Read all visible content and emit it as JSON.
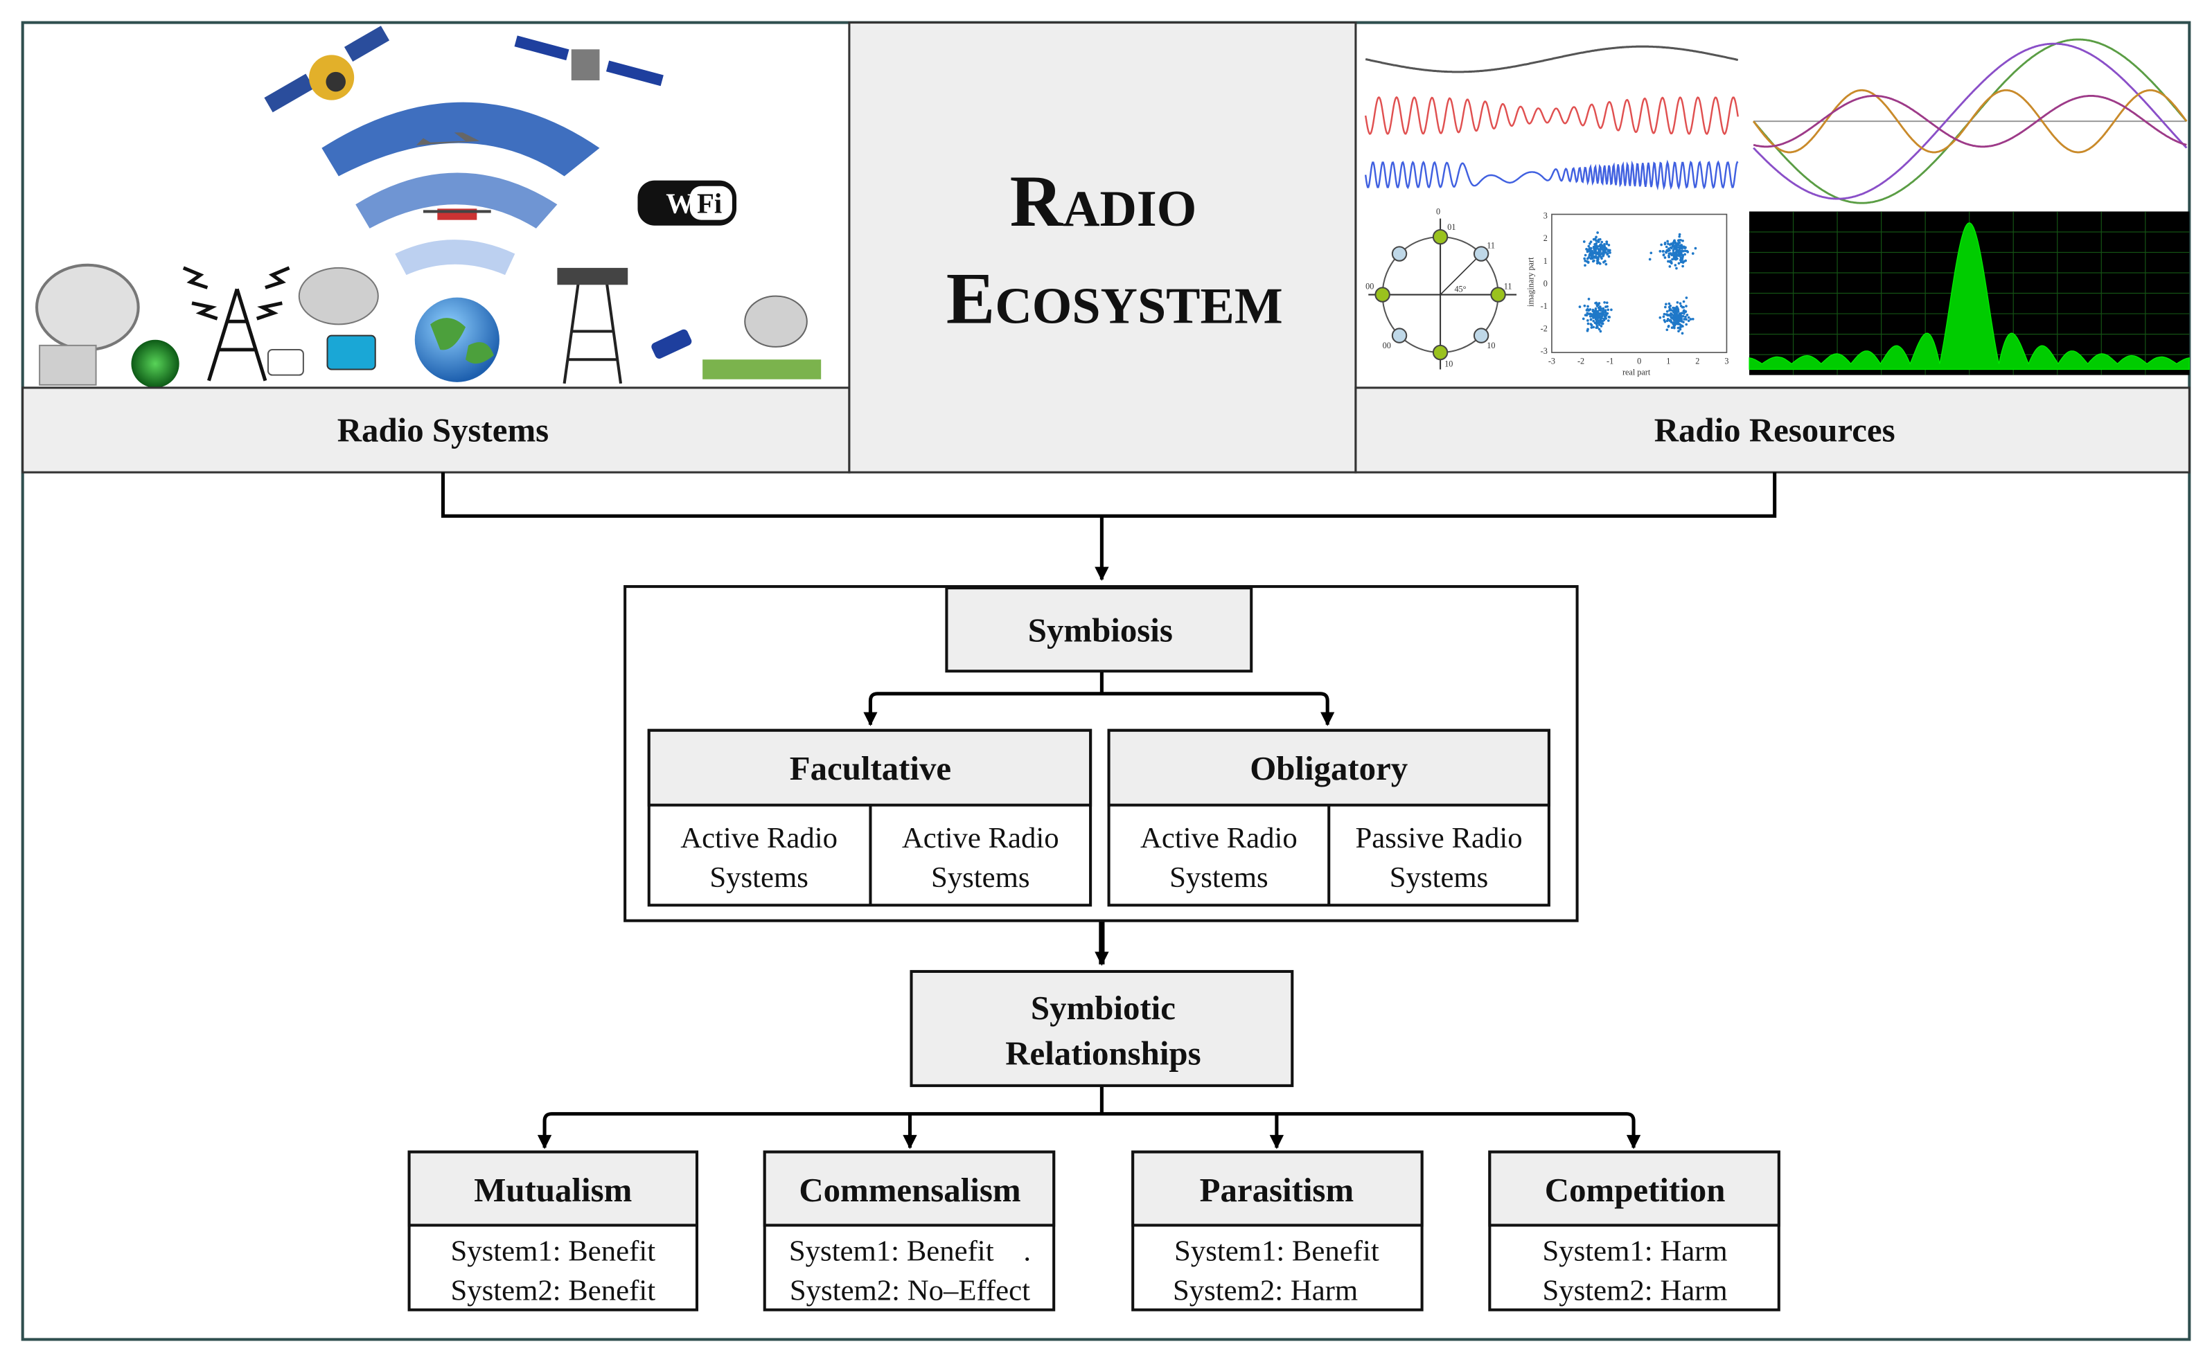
{
  "header": {
    "left_label": "Radio Systems",
    "center_title_line1": "Radio",
    "center_title_line2": "Ecosystem",
    "right_label": "Radio Resources"
  },
  "constellation_plot": {
    "ylabel": "imaginary part",
    "xlabel": "real part",
    "x_ticks": [
      "-3",
      "-2",
      "-1",
      "0",
      "1",
      "2",
      "3"
    ],
    "y_ticks": [
      "3",
      "2",
      "1",
      "0",
      "-1",
      "-2",
      "-3"
    ]
  },
  "qpsk_plot": {
    "angle_label": "45°",
    "point_labels": [
      "0",
      "01",
      "11",
      "00",
      "11",
      "00",
      "10",
      "10"
    ]
  },
  "wifi_logo": {
    "left": "Wi",
    "right": "Fi"
  },
  "symbiosis": {
    "title": "Symbiosis",
    "facultative": {
      "title": "Facultative",
      "cells": [
        {
          "line1": "Active Radio",
          "line2": "Systems"
        },
        {
          "line1": "Active Radio",
          "line2": "Systems"
        }
      ]
    },
    "obligatory": {
      "title": "Obligatory",
      "cells": [
        {
          "line1": "Active Radio",
          "line2": "Systems"
        },
        {
          "line1": "Passive Radio",
          "line2": "Systems"
        }
      ]
    }
  },
  "relationships": {
    "title_line1": "Symbiotic",
    "title_line2": "Relationships",
    "items": [
      {
        "title": "Mutualism",
        "line1": "System1: Benefit",
        "line2": "System2: Benefit"
      },
      {
        "title": "Commensalism",
        "line1": "System1: Benefit    .",
        "line2": "System2: No–Effect"
      },
      {
        "title": "Parasitism",
        "line1": "System1: Benefit",
        "line2": "System2: Harm"
      },
      {
        "title": "Competition",
        "line1": "System1: Harm",
        "line2": "System2: Harm"
      }
    ]
  },
  "colors": {
    "frame": "#2f4f4f",
    "box_fill": "#eeeeee",
    "wifi_blue": "#3f6fbf",
    "scope_green": "#00cc00"
  }
}
